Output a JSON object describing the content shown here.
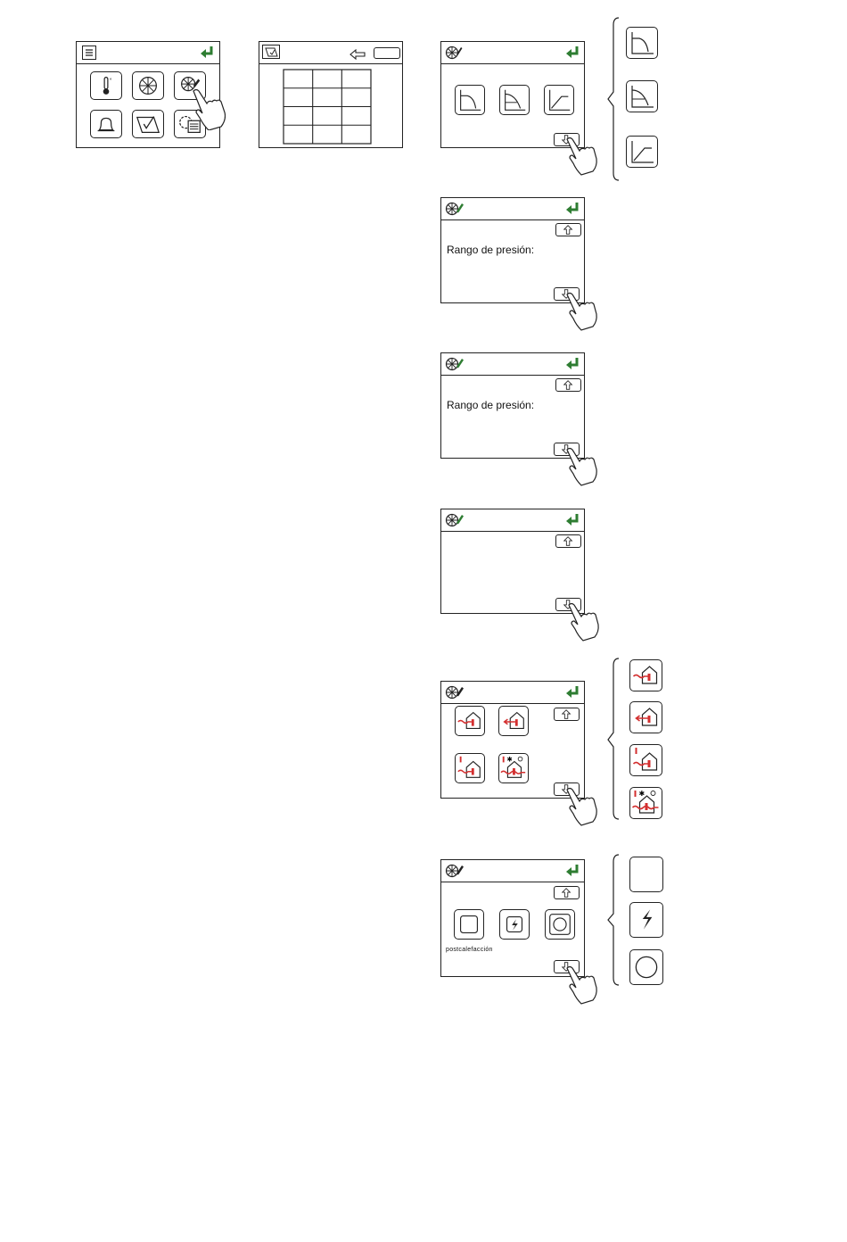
{
  "steps": {
    "pressure_range_1": {
      "label": "Rango de presión:"
    },
    "pressure_range_2": {
      "label": "Rango de presión:"
    },
    "heating": {
      "label": "postcalefacción"
    }
  },
  "colors": {
    "accent_green": "#2e7d32",
    "accent_red": "#d32f2f",
    "outline": "#222222"
  },
  "icons": {
    "main_menu": [
      "menu-icon",
      "back-icon",
      "thermometer-icon",
      "fan-icon",
      "fan-settings-icon",
      "bell-icon",
      "calendar-check-icon",
      "gear-list-icon",
      "pointing-hand-icon"
    ],
    "fan_curves": [
      "curve-falling-icon",
      "curve-flat-falling-icon",
      "curve-rising-icon"
    ],
    "house_modes": [
      "house-red-in-icon",
      "house-red-out-icon",
      "house-temp-in-icon",
      "house-temp-sun-icon"
    ],
    "heating_modes": [
      "empty-square-icon",
      "lightning-icon",
      "circle-icon"
    ]
  }
}
